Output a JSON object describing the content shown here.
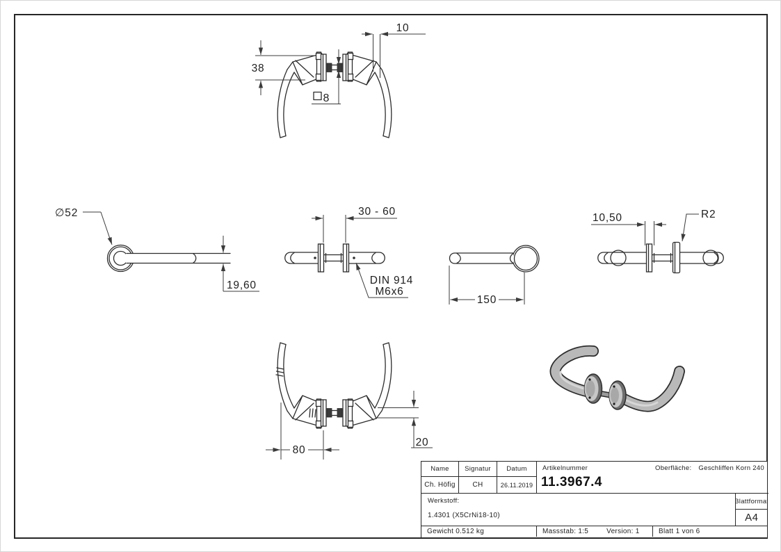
{
  "views": {
    "top": {
      "dim_38": "38",
      "dim_10": "10",
      "dim_square": "8"
    },
    "left": {
      "dim_diameter": "∅52",
      "dim_offset": "19,60"
    },
    "center": {
      "dim_range": "30 - 60",
      "note_line1": "DIN 914",
      "note_line2": "M6x6"
    },
    "length": {
      "dim_length": "150"
    },
    "right": {
      "dim_width": "10,50",
      "dim_radius": "R2"
    },
    "bottom": {
      "dim_length": "80",
      "dim_offset": "20"
    }
  },
  "title_block": {
    "headers": {
      "name": "Name",
      "signatur": "Signatur",
      "datum": "Datum"
    },
    "values": {
      "name": "Ch. Höfig",
      "signatur": "CH",
      "datum": "26.11.2019"
    },
    "artikelnummer_label": "Artikelnummer",
    "artikelnummer": "11.3967.4",
    "oberflaeche_label": "Oberfläche:",
    "oberflaeche_value": "Geschliffen Korn 240",
    "werkstoff_label": "Werkstoff:",
    "werkstoff_value": "1.4301 (X5CrNi18-10)",
    "blattformat_label": "Blattformat",
    "blattformat_value": "A4",
    "gewicht": "Gewicht 0.512 kg",
    "massstab": "Massstab: 1:5",
    "version": "Version: 1",
    "blatt": "Blatt 1 von 6"
  },
  "colors": {
    "line": "#2c2c2c",
    "dimension": "#3b3b3b",
    "metal_body": "#b9b9b9",
    "metal_shadow": "#6e6e6e"
  }
}
